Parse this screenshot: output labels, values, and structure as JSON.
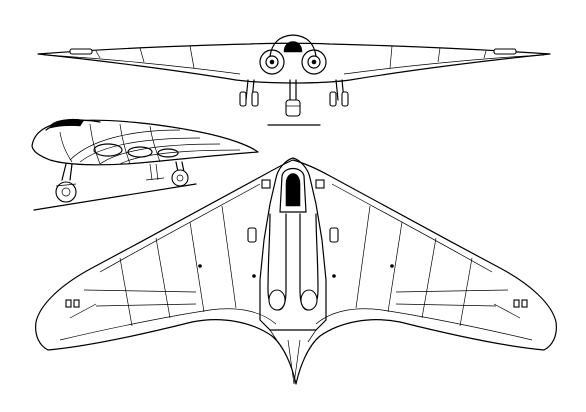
{
  "figure": {
    "views": [
      "front",
      "side",
      "top"
    ],
    "line_color": "#000000",
    "background": "#ffffff"
  }
}
